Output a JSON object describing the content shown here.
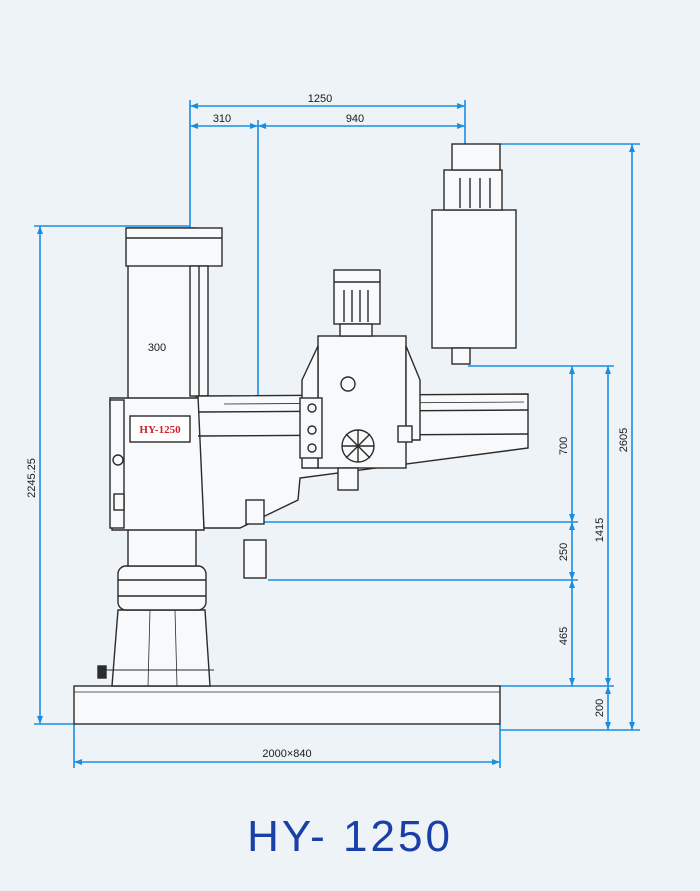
{
  "model_plate": "HY-1250",
  "model_title": "HY- 1250",
  "dimensions": {
    "arm_total": "1250",
    "column_offset": "310",
    "arm_reach": "940",
    "column_width": "300",
    "overall_height": "2245.25",
    "spindle_travel": "700",
    "lower_travel": "250",
    "base_clearance": "465",
    "spindle_base_height": "1415",
    "max_height": "2605",
    "base_thickness": "200",
    "base_size": "2000×840"
  },
  "colors": {
    "dimension_line": "#1a8fe0",
    "outline": "#2b2b2b",
    "title": "#1a3fa8",
    "plate_text": "#d0202a"
  }
}
